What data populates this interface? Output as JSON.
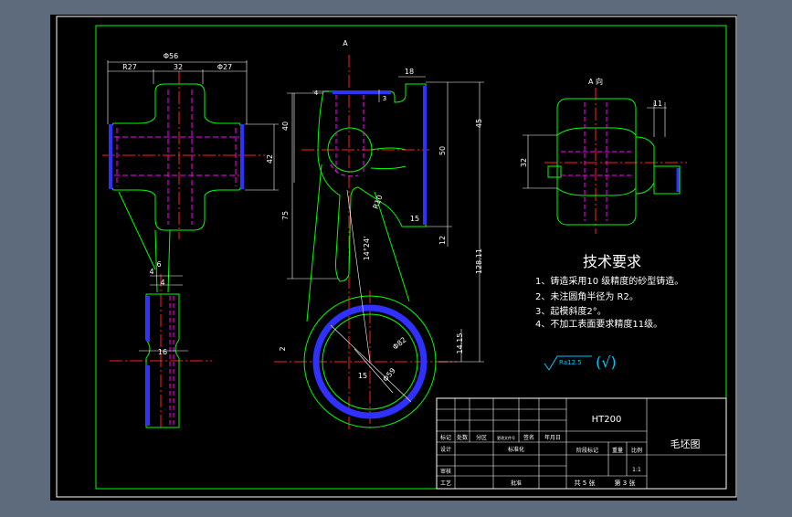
{
  "colors": {
    "background": "#5d6b7d",
    "paper": "#000000",
    "frame": "#ffffff",
    "outline": "#00ff00",
    "centerline": "#ff2020",
    "hidden": "#ff00ff",
    "machined": "#3030ff",
    "dimension": "#ffffff",
    "symbol": "#00c8ff"
  },
  "views": {
    "section_mark": "A",
    "aux_view_title": "A 向"
  },
  "dims": {
    "d_56": "Φ56",
    "d_r27": "R27",
    "d_32": "32",
    "d_phi27": "Φ27",
    "d_42": "42",
    "d_6a": "6",
    "d_4": "4",
    "d_16": "16",
    "d_4b": "4",
    "d_18": "18",
    "d_3": "3",
    "d_40": "40",
    "d_45": "45",
    "d_50": "50",
    "d_75": "75",
    "d_r10": "R10",
    "d_15a": "15",
    "d_12": "12",
    "d_angle": "14°24'",
    "d_128": "128.11",
    "d_2": "2",
    "d_phi82": "Φ82",
    "d_15b": "15",
    "d_phi59": "Φ59",
    "d_1415": "14.15",
    "d_11": "11",
    "d_32b": "32"
  },
  "tech": {
    "title": "技术要求",
    "items": [
      "1、铸造采用10 级精度的砂型铸造。",
      "2、未注圆角半径为 R2。",
      "3、起模斜度2°。",
      "4、不加工表面要求精度11级。"
    ]
  },
  "roughness": {
    "value": "Ra12.5",
    "bracket": "(√)"
  },
  "title_block": {
    "material": "HT200",
    "drawing_name": "毛坯图",
    "h_mark": "标记",
    "h_count": "处数",
    "h_zone": "分区",
    "h_docno": "更改文件号",
    "h_sign": "签名",
    "h_date": "年月日",
    "h_design": "设计",
    "h_std": "标准化",
    "h_stage": "阶段标记",
    "h_weight": "重量",
    "h_scale": "比例",
    "scale_value": "1:1",
    "h_review": "审核",
    "h_process": "工艺",
    "h_approve": "批准",
    "sheets_total": "共 5 张",
    "sheet_no": "第 3 张"
  }
}
